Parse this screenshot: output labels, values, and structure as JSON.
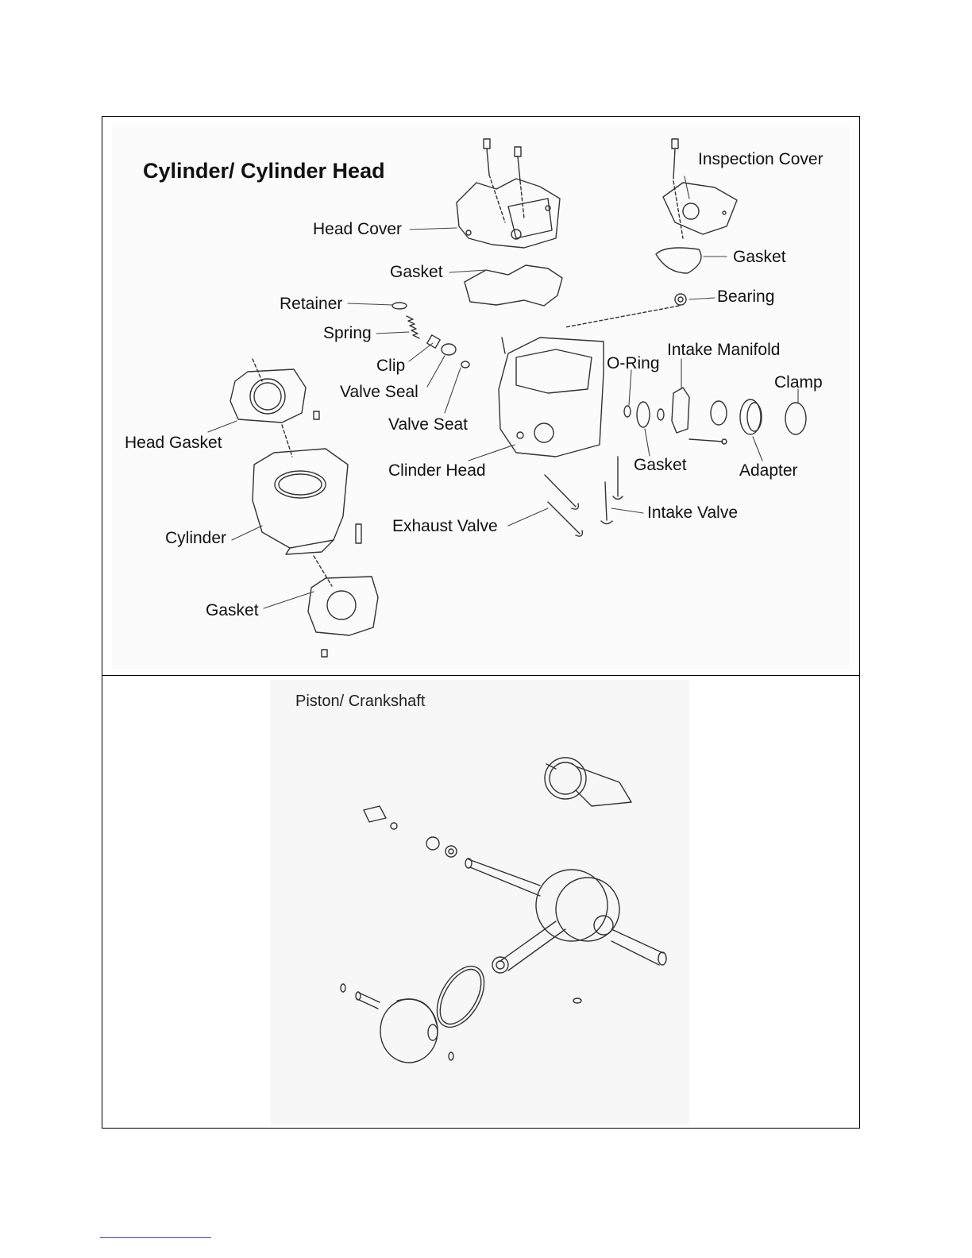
{
  "titles": {
    "cylinder_head": "Cylinder/ Cylinder Head",
    "piston_crankshaft": "Piston/ Crankshaft"
  },
  "labels": {
    "head_cover": "Head Cover",
    "gasket_head_cover": "Gasket",
    "inspection_cover": "Inspection Cover",
    "gasket_inspection": "Gasket",
    "bearing": "Bearing",
    "retainer": "Retainer",
    "spring": "Spring",
    "clip": "Clip",
    "valve_seal": "Valve Seal",
    "valve_seat": "Valve Seat",
    "o_ring": "O-Ring",
    "intake_manifold": "Intake Manifold",
    "clamp": "Clamp",
    "head_gasket": "Head Gasket",
    "clinder_head": "Clinder Head",
    "gasket_manifold": "Gasket",
    "adapter": "Adapter",
    "intake_valve": "Intake Valve",
    "exhaust_valve": "Exhaust Valve",
    "cylinder": "Cylinder",
    "gasket_base": "Gasket"
  }
}
